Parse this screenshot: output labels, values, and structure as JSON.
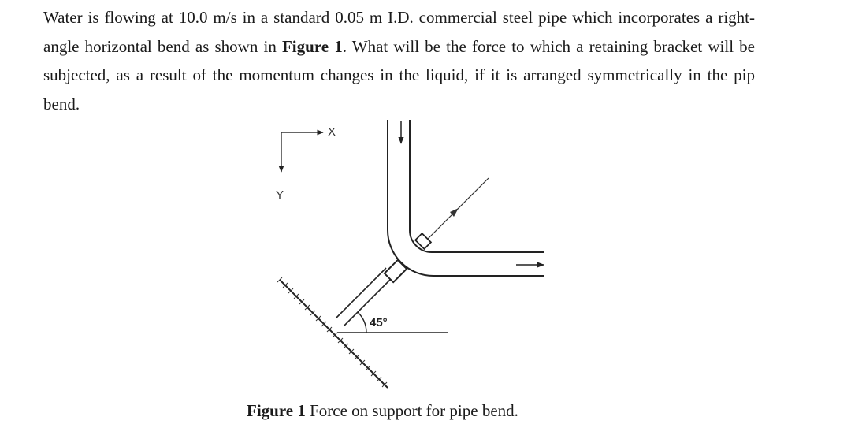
{
  "question": {
    "part1": "Water is flowing at 10.0 m/s in a standard 0.05 m I.D. commercial steel pipe which incorporates a right-angle horizontal bend as shown in ",
    "figure_ref": "Figure 1",
    "part2": ". What will be the force to which a retaining bracket will be subjected, as a result of the momentum changes in the liquid, if it is arranged symmetrically in the pip bend."
  },
  "figure": {
    "axis_x": "X",
    "axis_y": "Y",
    "angle_label": "45°"
  },
  "caption": {
    "label": "Figure 1",
    "text": " Force on support for pipe bend."
  }
}
